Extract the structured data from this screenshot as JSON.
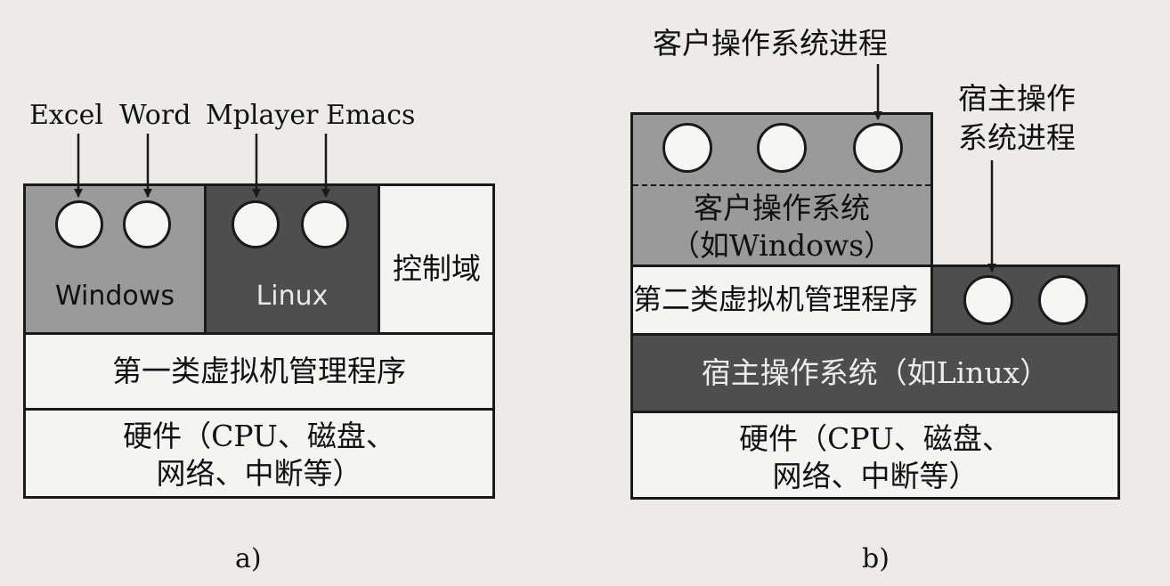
{
  "panel_a": {
    "apps": [
      "Excel",
      "Word",
      "Mplayer",
      "Emacs"
    ],
    "windows_label": "Windows",
    "linux_label": "Linux",
    "control_domain": "控制域",
    "hypervisor_type1": "第一类虚拟机管理程序",
    "hardware_line1": "硬件（CPU、磁盘、",
    "hardware_line2": "网络、中断等）",
    "caption": "a)"
  },
  "panel_b": {
    "guest_process_label": "客户操作系统进程",
    "host_process_line1": "宿主操作",
    "host_process_line2": "系统进程",
    "guest_os_line1": "客户操作系统",
    "guest_os_line2": "（如Windows）",
    "hypervisor_type2": "第二类虚拟机管理程序",
    "host_os": "宿主操作系统（如Linux）",
    "hardware_line1": "硬件（CPU、磁盘、",
    "hardware_line2": "网络、中断等）",
    "caption": "b)"
  },
  "colors": {
    "light_gray": "#9a9a9a",
    "dark_gray": "#4e4e4e",
    "white": "#f4f4f2",
    "line": "#1a1a1a"
  }
}
